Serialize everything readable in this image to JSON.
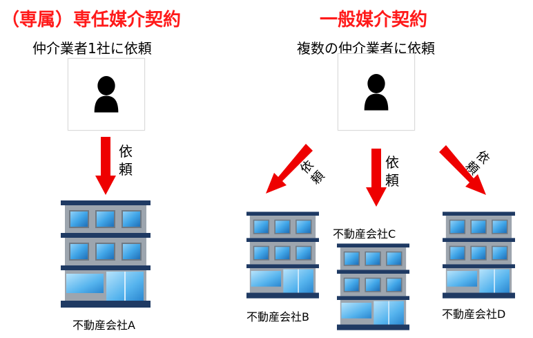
{
  "left": {
    "title": "（専属）専任媒介契約",
    "subtitle": "仲介業者1社に依頼",
    "arrow_label": [
      "依",
      "頼"
    ],
    "company": "不動産会社A"
  },
  "right": {
    "title": "一般媒介契約",
    "subtitle": "複数の仲介業者に依頼",
    "arrow_label": [
      "依",
      "頼"
    ],
    "companies": [
      "不動産会社B",
      "不動産会社C",
      "不動産会社D"
    ]
  },
  "colors": {
    "title_red": "#ff1a1a",
    "arrow_red": "#ee0000",
    "building_gray": "#9da5ae",
    "building_dark": "#1f3a63",
    "window_blue": "#41a6e8"
  },
  "icons": [
    "person-icon",
    "building-icon",
    "arrow-down-icon"
  ]
}
